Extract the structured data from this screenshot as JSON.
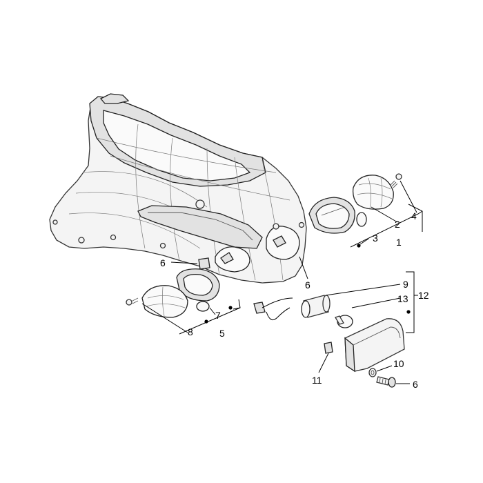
{
  "diagram": {
    "callouts": {
      "c1": "1",
      "c2": "2",
      "c3": "3",
      "c4": "4",
      "c5": "5",
      "c6a": "6",
      "c6b": "6",
      "c6c": "6",
      "c7": "7",
      "c8": "8",
      "c9": "9",
      "c10": "10",
      "c11": "11",
      "c12": "12",
      "c13": "13"
    }
  }
}
